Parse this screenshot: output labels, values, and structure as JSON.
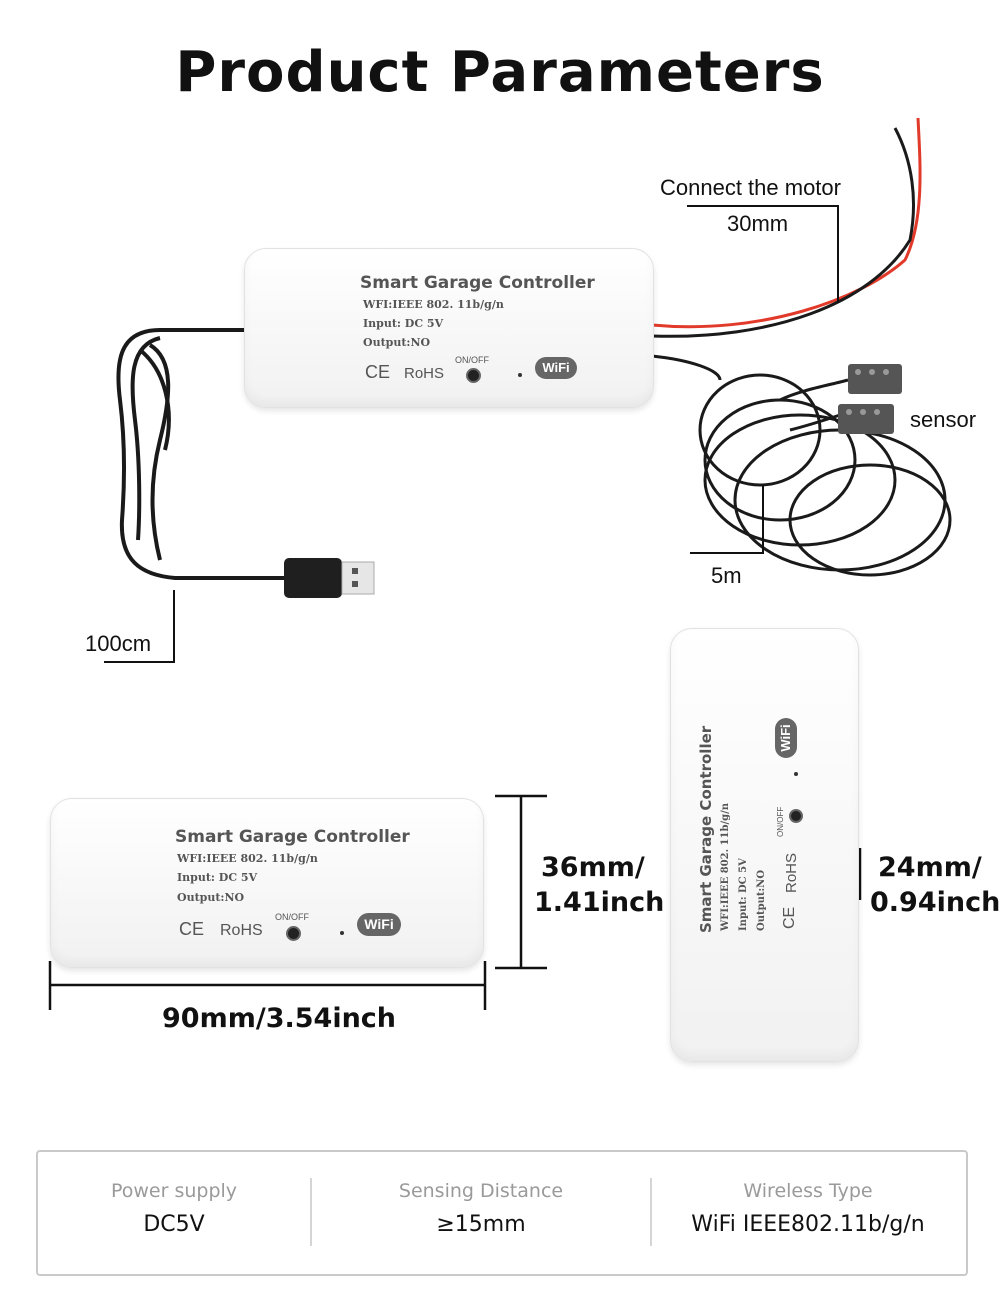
{
  "title": "Product Parameters",
  "callouts": {
    "motor": "Connect the motor",
    "motor_length": "30mm",
    "sensor": "sensor",
    "sensor_length": "5m",
    "usb_length": "100cm"
  },
  "device": {
    "name": "Smart Garage Controller",
    "wifi_line": "WFI:IEEE 802. 11b/g/n",
    "input_line": "Input: DC 5V",
    "output_line": "Output:NO",
    "ce": "CE",
    "rohs": "RoHS",
    "onoff": "ON/OFF",
    "wifi_badge": "WiFi"
  },
  "dimensions": {
    "height": [
      "36mm/",
      "1.41inch"
    ],
    "width": "90mm/3.54inch",
    "depth": [
      "24mm/",
      "0.94inch"
    ]
  },
  "specs": [
    {
      "label": "Power supply",
      "value": "DC5V"
    },
    {
      "label": "Sensing Distance",
      "value": "≥15mm"
    },
    {
      "label": "Wireless Type",
      "value": "WiFi IEEE802.11b/g/n"
    }
  ],
  "colors": {
    "wire_red": "#e23a2a",
    "wire_black": "#1a1a1a",
    "badge": "#666666",
    "spec_label": "#9a9a9a"
  }
}
